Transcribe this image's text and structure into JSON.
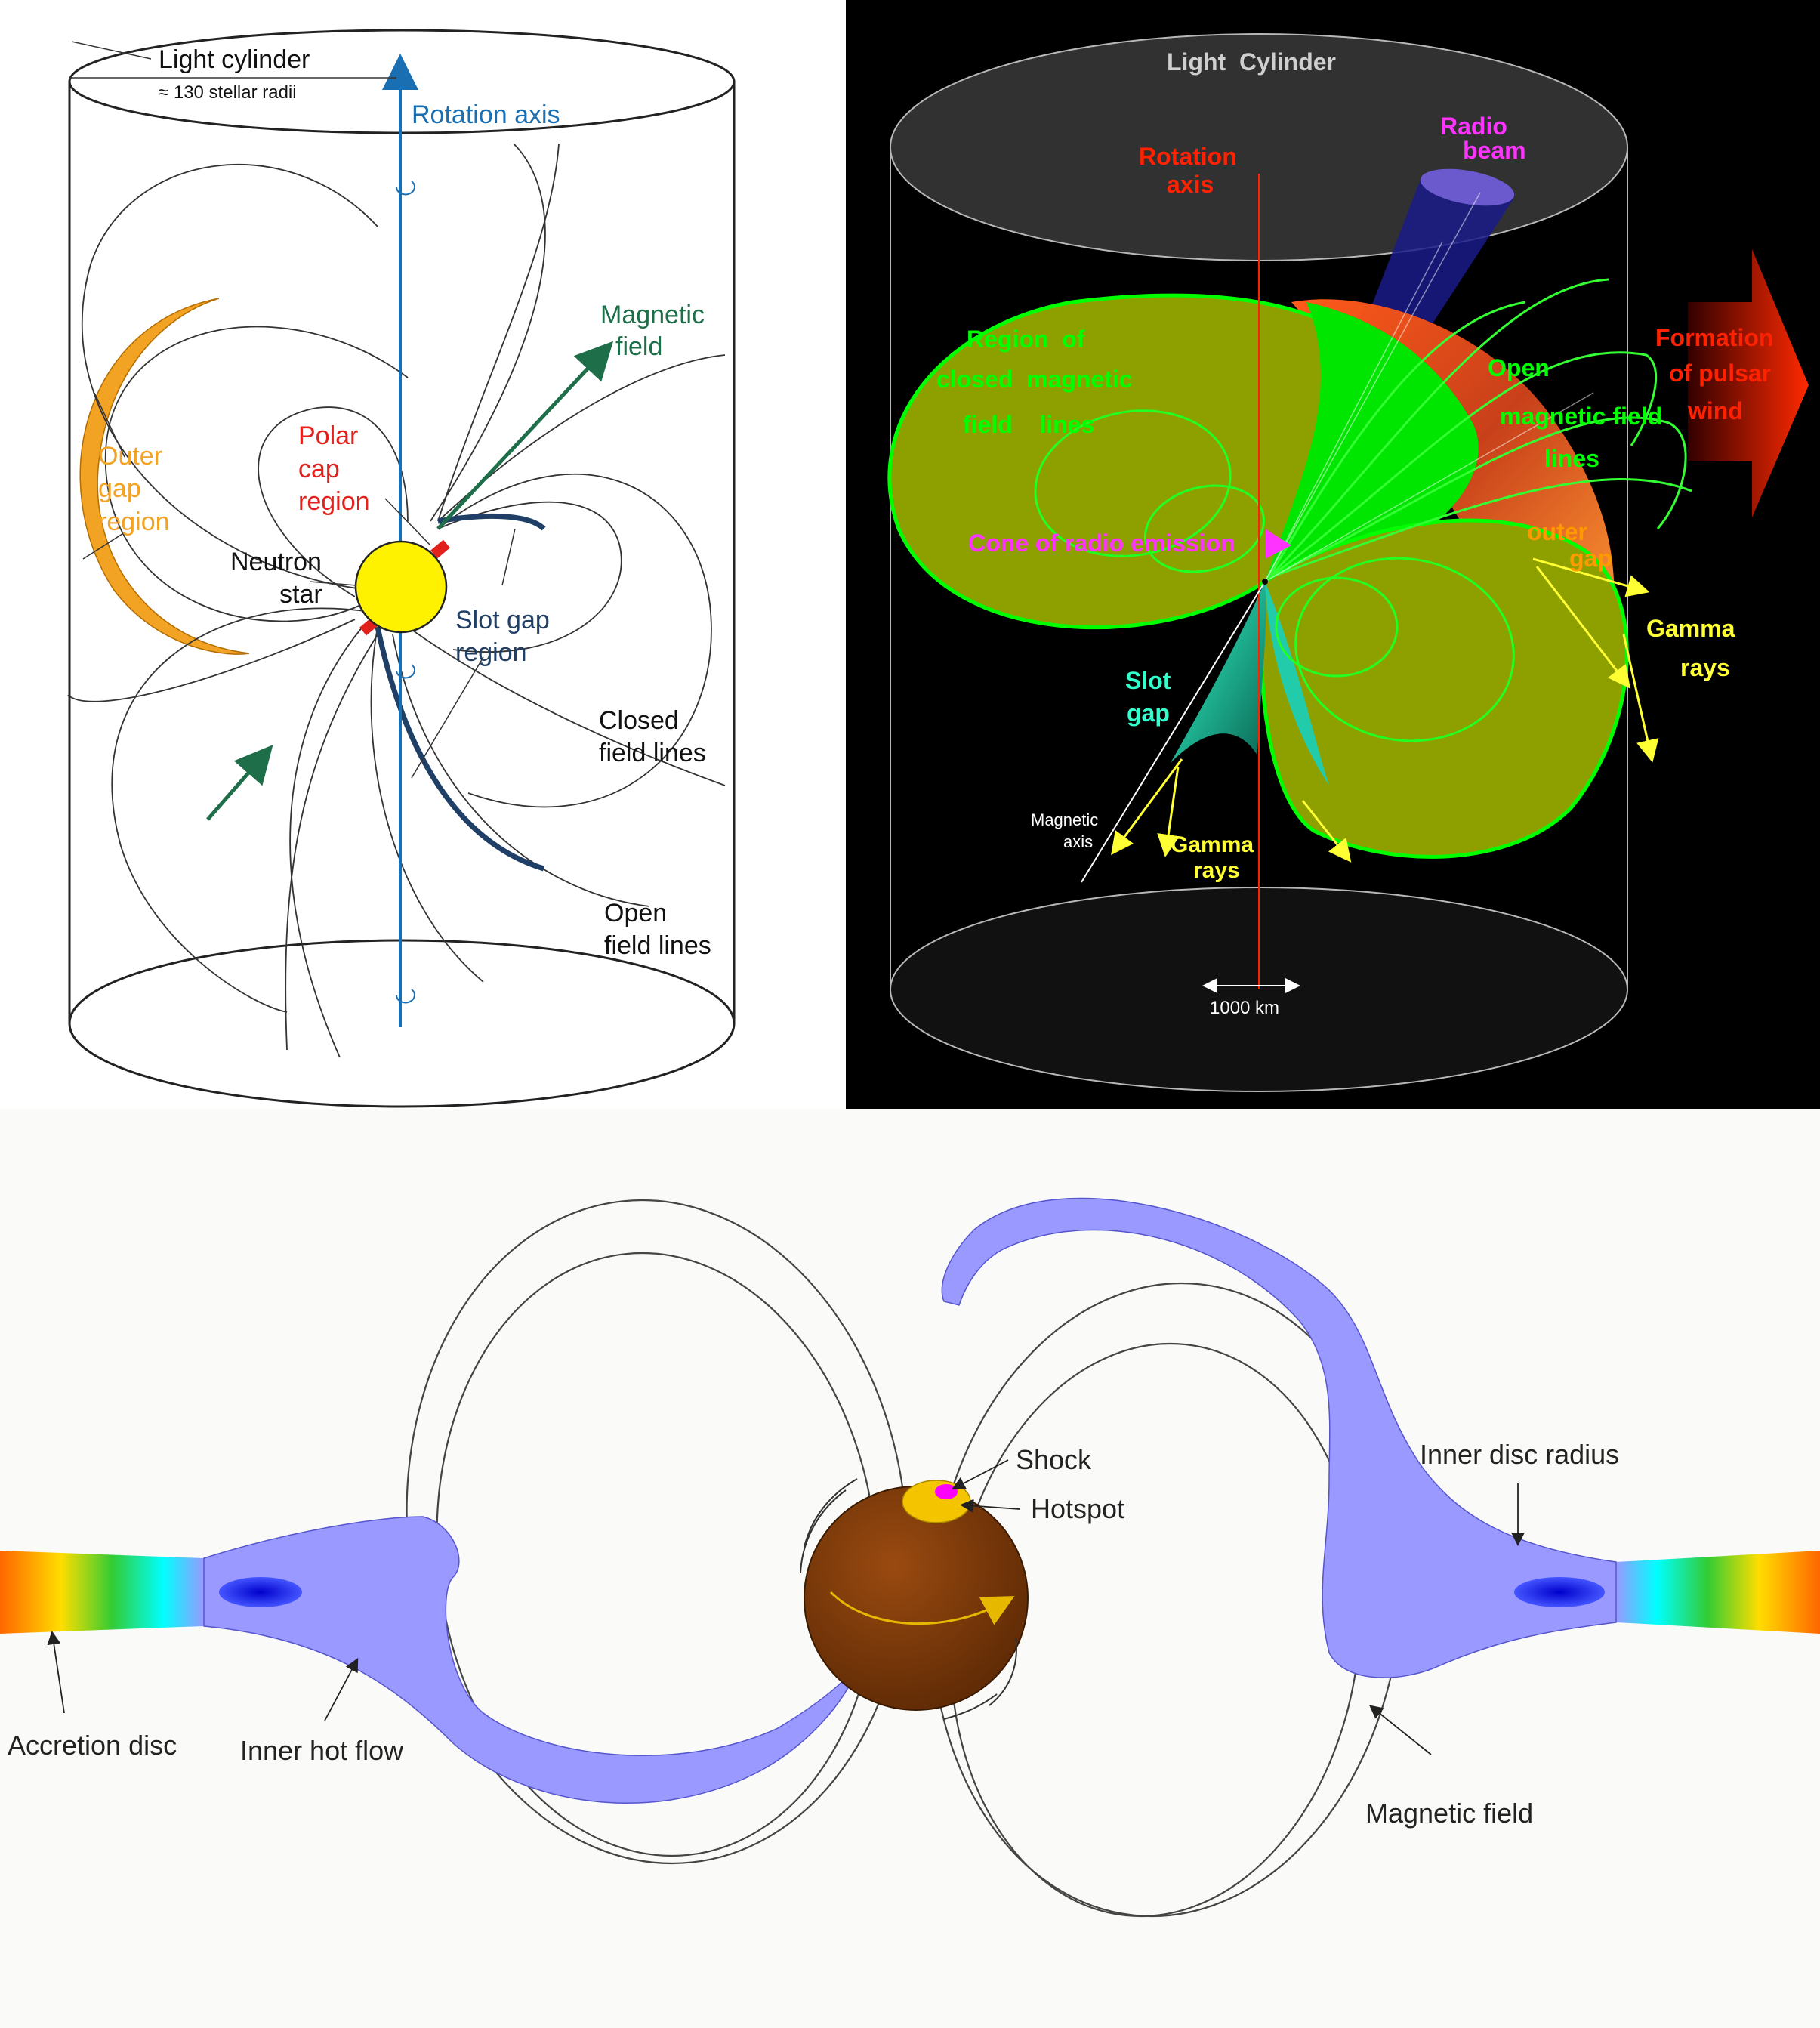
{
  "panel_a": {
    "light_cylinder": "Light cylinder",
    "light_cylinder_radius": "≈ 130 stellar radii",
    "rotation_axis": "Rotation axis",
    "magnetic_field_1": "Magnetic",
    "magnetic_field_2": "field",
    "outer_gap_1": "Outer",
    "outer_gap_2": "gap",
    "outer_gap_3": "region",
    "polar_cap_1": "Polar",
    "polar_cap_2": "cap",
    "polar_cap_3": "region",
    "neutron_star_1": "Neutron",
    "neutron_star_2": "star",
    "slot_gap_1": "Slot gap",
    "slot_gap_2": "region",
    "closed_lines_1": "Closed",
    "closed_lines_2": "field lines",
    "open_lines_1": "Open",
    "open_lines_2": "field lines",
    "colors": {
      "axis": "#1a6fb3",
      "magnetic_field": "#1e6e4a",
      "outer_gap": "#f2a324",
      "polar_cap": "#e3211c",
      "slot_gap": "#1f3f66",
      "star": "#fff200"
    }
  },
  "panel_b": {
    "light_cylinder": "Light  Cylinder",
    "rotation_axis_1": "Rotation",
    "rotation_axis_2": "axis",
    "radio_beam_1": "Radio",
    "radio_beam_2": "beam",
    "closed_region_1": "Region  of",
    "closed_region_2": "closed  magnetic",
    "closed_region_3": "field    lines",
    "open_lines_1": "Open",
    "open_lines_2": "magnetic field",
    "open_lines_3": "lines",
    "pulsar_wind_1": "Formation",
    "pulsar_wind_2": "of pulsar",
    "pulsar_wind_3": "wind",
    "cone_radio": "Cone of radio emission",
    "outer_gap_1": "outer",
    "outer_gap_2": "gap",
    "gamma_rays_right_1": "Gamma",
    "gamma_rays_right_2": "rays",
    "slot_gap_1": "Slot",
    "slot_gap_2": "gap",
    "magnetic_axis_1": "Magnetic",
    "magnetic_axis_2": "axis",
    "gamma_rays_low_1": "Gamma",
    "gamma_rays_low_2": "rays",
    "scale_bar": "1000 km",
    "colors": {
      "closed_region": "#00ff00",
      "radio_text": "#ff33ff",
      "rotation_text": "#ff2200",
      "gamma": "#ffff33",
      "slot_gap": "#33ffcc",
      "outer_gap": "#ff9900"
    }
  },
  "panel_c": {
    "shock": "Shock",
    "hotspot": "Hotspot",
    "inner_disc_radius": "Inner disc radius",
    "accretion_disc": "Accretion disc",
    "inner_hot_flow": "Inner hot flow",
    "magnetic_field": "Magnetic field",
    "colors": {
      "flow": "#9999ff",
      "star": "#7a3a0a",
      "hotspot": "#f5c400",
      "shock": "#ff00ff"
    }
  }
}
